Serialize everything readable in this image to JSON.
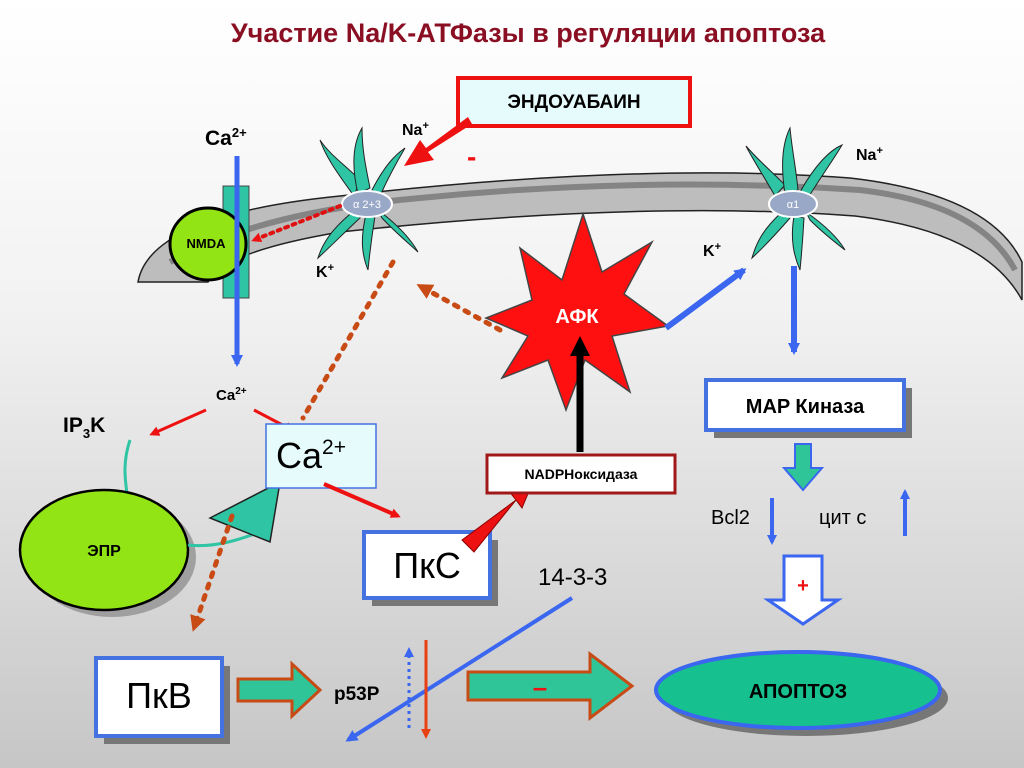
{
  "title": "Участие Na/K-АТФазы в регуляции апоптоза",
  "nodes": {
    "endouabain": "ЭНДОУАБАИН",
    "minus_endouabain": "-",
    "nmda": "NMDA",
    "alpha_left": "α 2+3",
    "alpha_right": "α1",
    "afk": "АФК",
    "map_kinase": "MAP Киназа",
    "ca_box_base": "Ca",
    "ca_box_sup": "2+",
    "nadph": "NADPHоксидаза",
    "pkc": "ПкС",
    "epr": "ЭПР",
    "ip3k_base": "IP",
    "ip3k_sub": "3",
    "ip3k_end": "K",
    "pkb": "ПкВ",
    "p53r": "p53P",
    "minus_p53": "–",
    "apoptosis": "АПОПТОЗ",
    "protein_14_3_3": "14-3-3",
    "bcl2": "Bcl2",
    "cyt_c": "цит с",
    "plus_apoptosis": "+"
  },
  "ions": {
    "ca_top_base": "Ca",
    "ca_top_sup": "2+",
    "ca_mid_base": "Ca",
    "ca_mid_sup": "2+",
    "na_left_base": "Na",
    "na_left_sup": "+",
    "k_left_base": "K",
    "k_left_sup": "+",
    "na_right_base": "Na",
    "na_right_sup": "+",
    "k_right_base": "K",
    "k_right_sup": "+"
  },
  "colors": {
    "title": "#8b0f23",
    "membrane_fill": "#bdbdbd",
    "pump_teal": "#2ec4a4",
    "alpha_oval": "#9aa8c8",
    "red_arrow": "#ee1111",
    "blue_arrow": "#3a66f0",
    "dotted_arrow": "#c84a14",
    "green_fill": "#92e414",
    "box_border_blue": "#4472e0",
    "box_fill_cyan": "#e6fbfb",
    "burst_red": "#ff1010",
    "green_block_arrow": "#2fc598",
    "apoptosis_fill": "#17c08f"
  }
}
